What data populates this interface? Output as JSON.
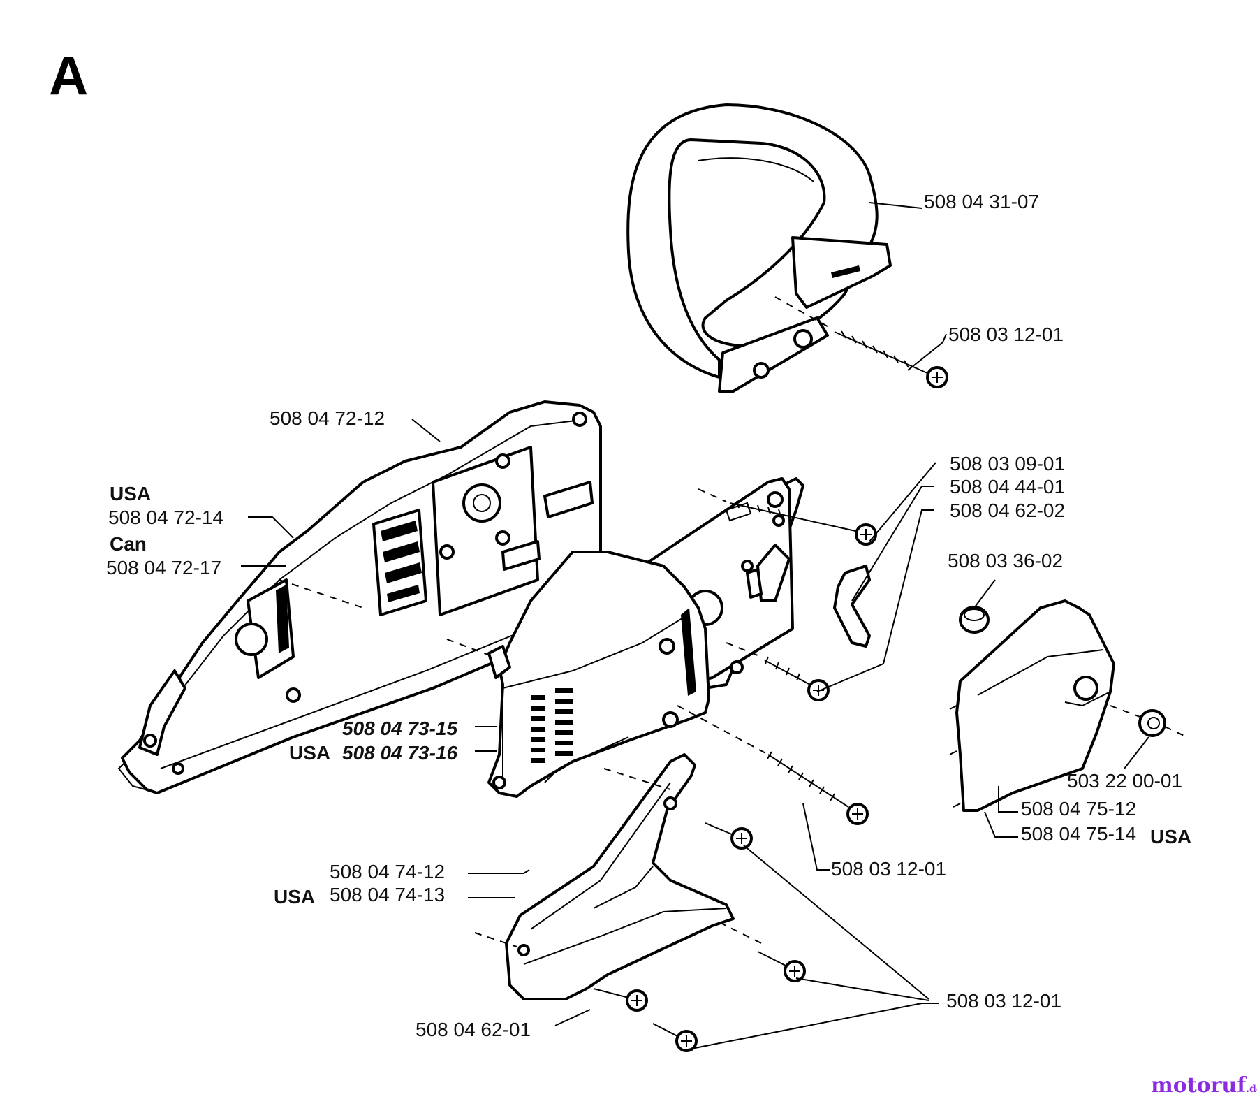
{
  "section_letter": "A",
  "watermark": {
    "text": "motoruf",
    "suffix": ".de",
    "color": "#8a2be2"
  },
  "labels": {
    "handle": "508 04 31-07",
    "handle_screw": "508 03 12-01",
    "housing_std": "508 04 72-12",
    "housing_usa_tag": "USA",
    "housing_usa": "508 04 72-14",
    "housing_can_tag": "Can",
    "housing_can": "508 04 72-17",
    "screw_a": "508 03 09-01",
    "spring": "508 04 44-01",
    "screw_b": "508 04 62-02",
    "nut_cap": "508 03 36-02",
    "cover_std": "508 04 73-15",
    "cover_usa_tag": "USA",
    "cover_usa": "508 04 73-16",
    "nut": "503 22 00-01",
    "side_cover_std": "508 04 75-12",
    "side_cover_usa": "508 04 75-14",
    "side_cover_usa_tag": "USA",
    "long_screw": "508 03 12-01",
    "guard_std": "508 04 74-12",
    "guard_usa_tag": "USA",
    "guard_usa": "508 04 74-13",
    "guard_screws": "508 03 12-01",
    "guard_screw_small": "508 04 62-01"
  }
}
